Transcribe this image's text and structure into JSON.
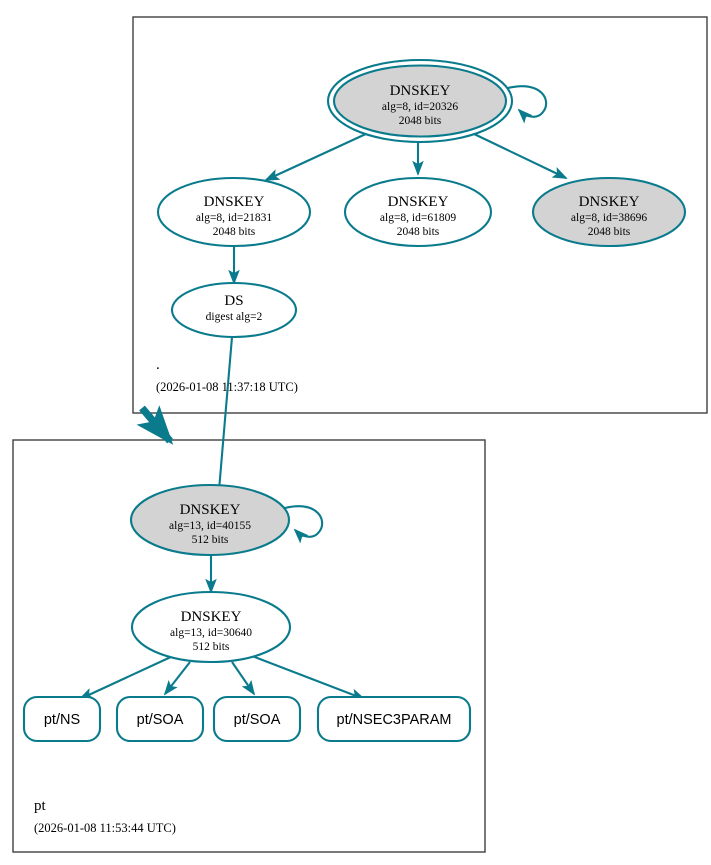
{
  "diagram": {
    "type": "dnssec-authentication-chain",
    "colors": {
      "edge": "#0a7b8c",
      "node_stroke": "#0a7b8c",
      "node_fill_secure": "#d3d3d3",
      "node_fill_plain": "#ffffff",
      "zone_border": "#404040",
      "text": "#000000",
      "background": "#ffffff"
    }
  },
  "zones": [
    {
      "id": "root",
      "name": ".",
      "timestamp": "(2026-01-08 11:37:18 UTC)",
      "nodes": [
        {
          "id": "ksk-20326",
          "kind": "DNSKEY",
          "title": "DNSKEY",
          "line2": "alg=8, id=20326",
          "line3": "2048 bits",
          "style": "double-ellipse",
          "fill": "secure",
          "self_signed": true
        },
        {
          "id": "zsk-21831",
          "kind": "DNSKEY",
          "title": "DNSKEY",
          "line2": "alg=8, id=21831",
          "line3": "2048 bits",
          "style": "ellipse",
          "fill": "plain",
          "self_signed": false
        },
        {
          "id": "zsk-61809",
          "kind": "DNSKEY",
          "title": "DNSKEY",
          "line2": "alg=8, id=61809",
          "line3": "2048 bits",
          "style": "ellipse",
          "fill": "plain",
          "self_signed": false
        },
        {
          "id": "zsk-38696",
          "kind": "DNSKEY",
          "title": "DNSKEY",
          "line2": "alg=8, id=38696",
          "line3": "2048 bits",
          "style": "ellipse",
          "fill": "secure",
          "self_signed": false
        },
        {
          "id": "ds-pt",
          "kind": "DS",
          "title": "DS",
          "line2": "digest alg=2",
          "line3": "",
          "style": "ellipse",
          "fill": "plain",
          "self_signed": false
        }
      ]
    },
    {
      "id": "pt",
      "name": "pt",
      "timestamp": "(2026-01-08 11:53:44 UTC)",
      "nodes": [
        {
          "id": "ksk-40155",
          "kind": "DNSKEY",
          "title": "DNSKEY",
          "line2": "alg=13, id=40155",
          "line3": "512 bits",
          "style": "ellipse",
          "fill": "secure",
          "self_signed": true
        },
        {
          "id": "zsk-30640",
          "kind": "DNSKEY",
          "title": "DNSKEY",
          "line2": "alg=13, id=30640",
          "line3": "512 bits",
          "style": "ellipse",
          "fill": "plain",
          "self_signed": false
        }
      ],
      "rrsets": [
        {
          "id": "rr-ns",
          "label": "pt/NS"
        },
        {
          "id": "rr-soa-1",
          "label": "pt/SOA"
        },
        {
          "id": "rr-soa-2",
          "label": "pt/SOA"
        },
        {
          "id": "rr-nsec3param",
          "label": "pt/NSEC3PARAM"
        }
      ]
    }
  ],
  "edges": [
    {
      "from": "ksk-20326",
      "to": "ksk-20326",
      "kind": "self-signature"
    },
    {
      "from": "ksk-20326",
      "to": "zsk-21831",
      "kind": "signature"
    },
    {
      "from": "ksk-20326",
      "to": "zsk-61809",
      "kind": "signature"
    },
    {
      "from": "ksk-20326",
      "to": "zsk-38696",
      "kind": "signature"
    },
    {
      "from": "zsk-21831",
      "to": "ds-pt",
      "kind": "signature"
    },
    {
      "from": "ds-pt",
      "to": "ksk-40155",
      "kind": "delegation"
    },
    {
      "from": "root",
      "to": "pt",
      "kind": "zone-delegation"
    },
    {
      "from": "ksk-40155",
      "to": "ksk-40155",
      "kind": "self-signature"
    },
    {
      "from": "ksk-40155",
      "to": "zsk-30640",
      "kind": "signature"
    },
    {
      "from": "zsk-30640",
      "to": "rr-ns",
      "kind": "signature"
    },
    {
      "from": "zsk-30640",
      "to": "rr-soa-1",
      "kind": "signature"
    },
    {
      "from": "zsk-30640",
      "to": "rr-soa-2",
      "kind": "signature"
    },
    {
      "from": "zsk-30640",
      "to": "rr-nsec3param",
      "kind": "signature"
    }
  ]
}
